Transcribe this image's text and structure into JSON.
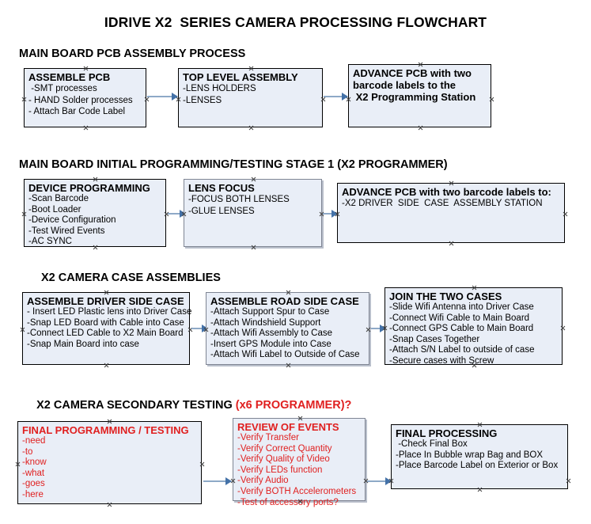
{
  "document": {
    "title": "IDRIVE X2  SERIES CAMERA PROCESSING FLOWCHART"
  },
  "colors": {
    "node_fill": "#e9eef7",
    "node_border": "#000000",
    "connector": "#8ea9c7",
    "arrowhead": "#4472a8",
    "text": "#000000",
    "accent_red": "#e02020"
  },
  "sections": [
    {
      "id": "main-board-pcb-assembly",
      "heading": "MAIN BOARD PCB ASSEMBLY PROCESS",
      "heading_accent": "",
      "nodes": [
        {
          "id": "assemble-pcb",
          "title": "ASSEMBLE PCB",
          "lines": [
            " -SMT processes",
            "- HAND Solder processes",
            "- Attach Bar Code Label"
          ]
        },
        {
          "id": "top-level-assembly",
          "title": "TOP LEVEL ASSEMBLY",
          "lines": [
            "-LENS HOLDERS",
            "-LENSES"
          ]
        },
        {
          "id": "advance-pcb-to-programming-station",
          "title": "ADVANCE PCB with two",
          "lines": [
            "barcode labels to the",
            " X2 Programming Station"
          ]
        }
      ]
    },
    {
      "id": "main-board-initial-programming",
      "heading": "MAIN BOARD INITIAL PROGRAMMING/TESTING STAGE 1 (X2 PROGRAMMER)",
      "heading_accent": "",
      "nodes": [
        {
          "id": "device-programming",
          "title": "DEVICE PROGRAMMING",
          "lines": [
            "-Scan Barcode",
            "-Boot Loader",
            "-Device Configuration",
            "-Test Wired Events",
            "-AC SYNC"
          ]
        },
        {
          "id": "lens-focus",
          "title": "LENS FOCUS",
          "lines": [
            "-FOCUS BOTH LENSES",
            "-GLUE LENSES"
          ]
        },
        {
          "id": "advance-pcb-to-driver-side-case",
          "title": "ADVANCE PCB with two barcode labels to:",
          "lines": [
            "-X2 DRIVER  SIDE  CASE  ASSEMBLY STATION"
          ]
        }
      ]
    },
    {
      "id": "x2-camera-case-assemblies",
      "heading": "X2 CAMERA CASE ASSEMBLIES",
      "heading_accent": "",
      "nodes": [
        {
          "id": "assemble-driver-side-case",
          "title": "ASSEMBLE DRIVER SIDE CASE",
          "lines": [
            "- Insert LED Plastic lens into Driver Case",
            "-Snap LED Board with Cable into Case",
            "-Connect LED Cable to X2 Main Board",
            "-Snap Main Board into case"
          ]
        },
        {
          "id": "assemble-road-side-case",
          "title": "ASSEMBLE ROAD SIDE CASE",
          "lines": [
            "-Attach Support Spur to Case",
            "-Attach Windshield Support",
            "-Attach Wifi Assembly to Case",
            "-Insert GPS Module into Case",
            "-Attach Wifi Label to Outside of Case"
          ]
        },
        {
          "id": "join-the-two-cases",
          "title": "JOIN THE TWO CASES",
          "lines": [
            "-Slide Wifi Antenna into Driver Case",
            "-Connect Wifi Cable to Main Board",
            "-Connect GPS Cable to Main Board",
            "-Snap Cases Together",
            "-Attach S/N Label to outside of case",
            "-Secure cases with Screw"
          ]
        }
      ]
    },
    {
      "id": "x2-camera-secondary-testing",
      "heading": "X2 CAMERA SECONDARY TESTING ",
      "heading_accent": "(x6 PROGRAMMER)?",
      "nodes": [
        {
          "id": "final-programming-testing",
          "title": "FINAL PROGRAMMING / TESTING",
          "lines": [
            "-need",
            "-to",
            "-know",
            "-what",
            "-goes",
            "-here"
          ]
        },
        {
          "id": "review-of-events",
          "title": "REVIEW OF EVENTS",
          "lines": [
            "-Verify Transfer",
            "-Verify Correct Quantity",
            "-Verify Quality of Video",
            "-Verify LEDs function",
            "-Verify Audio",
            "-Verify BOTH Accelerometers",
            "-Test of accessory ports?"
          ]
        },
        {
          "id": "final-processing",
          "title": "FINAL PROCESSING",
          "lines": [
            " -Check Final Box",
            "-Place In Bubble wrap Bag and BOX",
            "-Place Barcode Label on Exterior or Box"
          ]
        }
      ]
    }
  ]
}
